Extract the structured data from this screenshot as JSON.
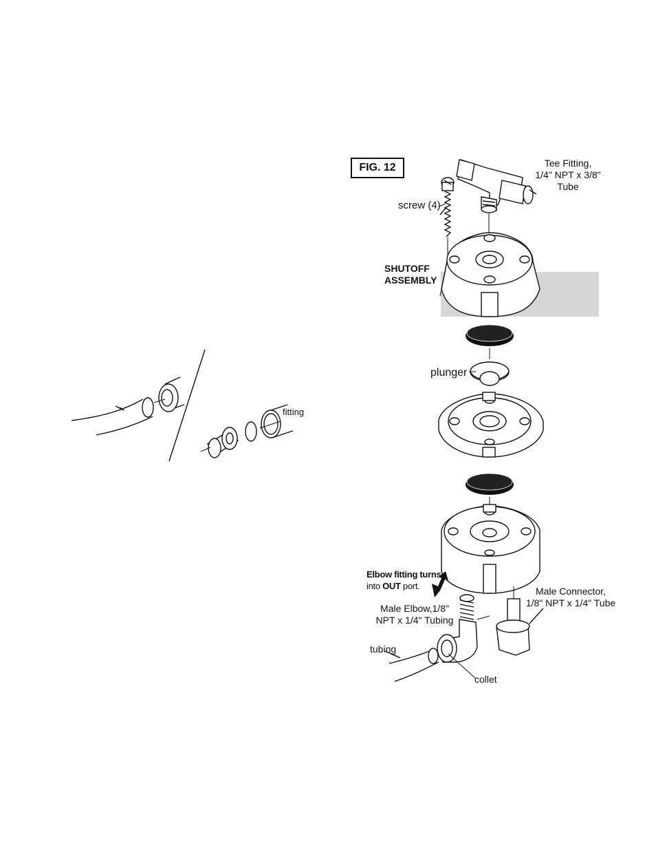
{
  "left_figure": {
    "fitting_label": "fitting"
  },
  "fig12": {
    "title": "FIG. 12",
    "tee_fitting_label": [
      "Tee Fitting,",
      "1/4\" NPT x 3/8\"",
      "Tube"
    ],
    "screw_label": "screw (4)",
    "shutoff_label": [
      "SHUTOFF",
      "ASSEMBLY"
    ],
    "plunger_label": "plunger",
    "elbow_turns_label_line1": "Elbow fitting turns",
    "elbow_turns_label_line2_pre": "into ",
    "elbow_turns_label_line2_bold": "OUT",
    "elbow_turns_label_line2_post": " port.",
    "male_elbow_label": [
      "Male Elbow,1/8\"",
      "NPT x 1/4\" Tubing"
    ],
    "male_connector_label": [
      "Male Connector,",
      "1/8\" NPT x 1/4\" Tube"
    ],
    "tubing_label": "tubing",
    "collet_label": "collet"
  }
}
